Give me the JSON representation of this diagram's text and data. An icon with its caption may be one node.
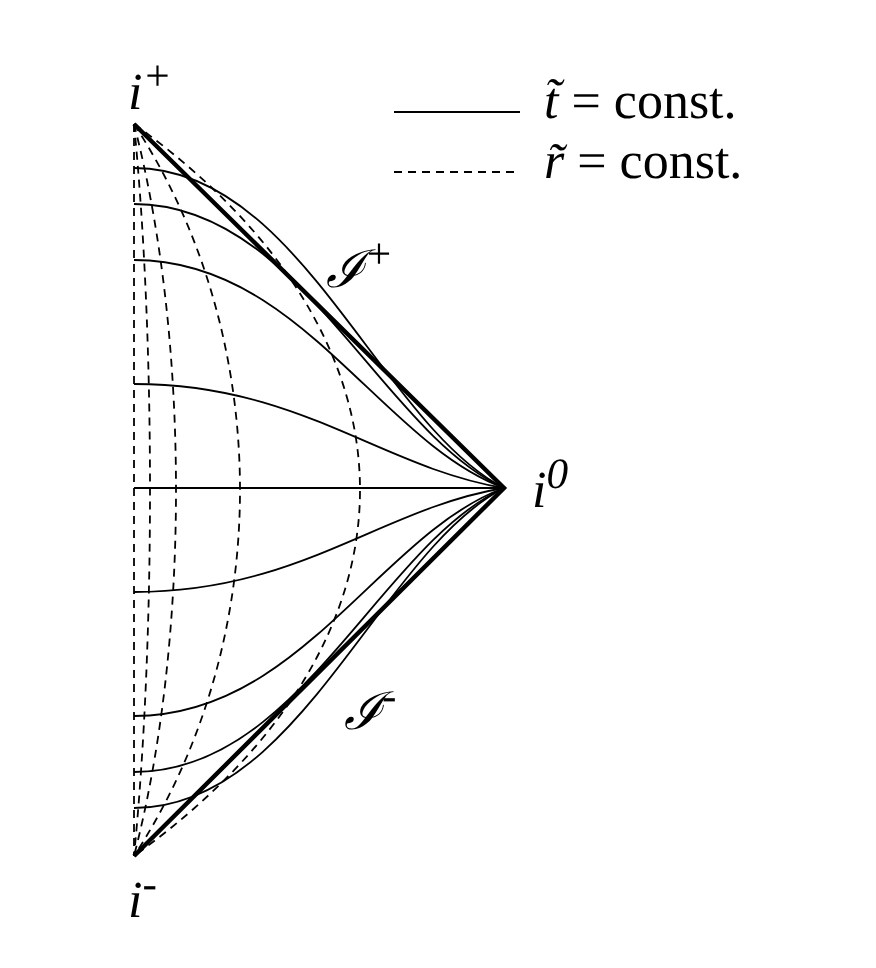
{
  "diagram": {
    "labels": [
      "i$^{+}$",
      "ℐ$^{+}$",
      "i$^{0}$",
      "ℐ$^{-}$",
      "i$^{-}$"
    ],
    "legend": [
      {
        "text": "*t̃* = const."
      },
      {
        "text": "*r̃* = const."
      }
    ]
  }
}
